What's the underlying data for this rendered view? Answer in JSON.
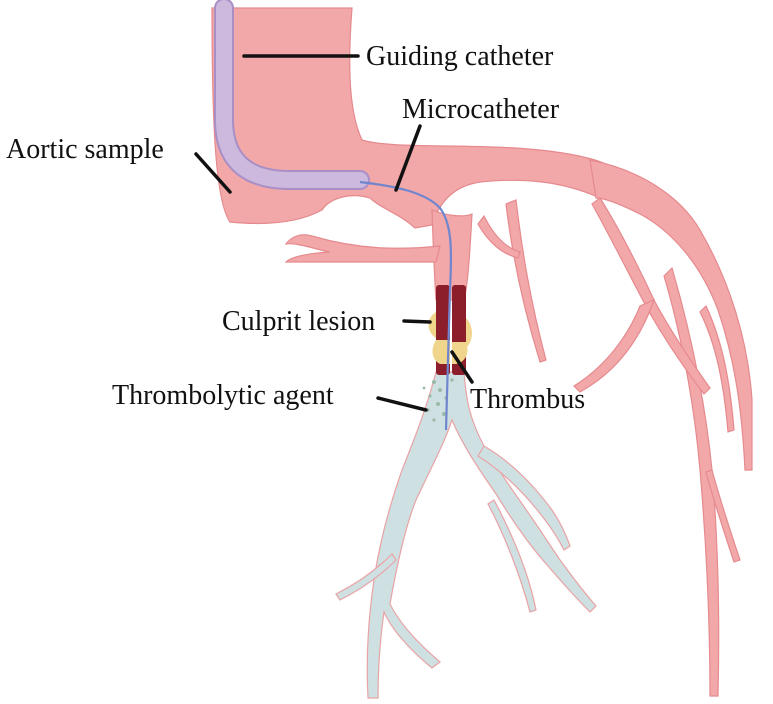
{
  "labels": {
    "guiding_catheter": "Guiding catheter",
    "microcatheter": "Microcatheter",
    "aortic_sample": "Aortic sample",
    "culprit_lesion": "Culprit lesion",
    "thrombus": "Thrombus",
    "thrombolytic_agent": "Thrombolytic agent"
  },
  "colors": {
    "vessel_fill": "#f2a7a9",
    "vessel_edge": "#e58a8e",
    "treated_fill": "#cfe0e2",
    "treated_edge": "#e8a3a6",
    "catheter_fill": "#cdb9de",
    "catheter_edge": "#a88fc6",
    "microcatheter": "#6f86cf",
    "thrombus": "#8c1d2a",
    "plaque": "#f0d58c",
    "leader_line": "#111111"
  }
}
